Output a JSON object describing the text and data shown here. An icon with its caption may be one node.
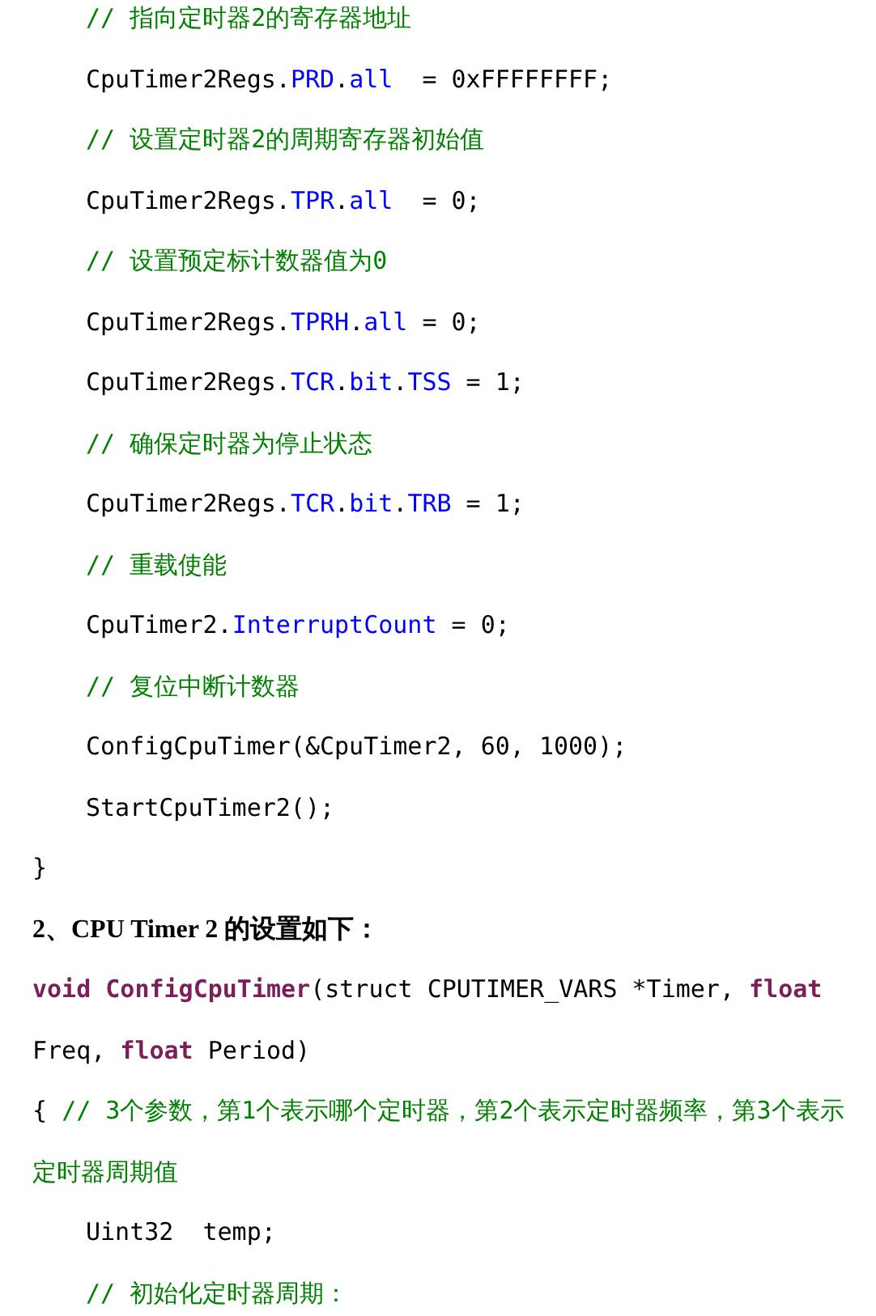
{
  "diagram": {
    "labels": [
      "// 指向定时器2的寄存器地址",
      "CpuTimer2Regs.PRD.all  = 0xFFFFFFFF;",
      "// 设置定时器2的周期寄存器初始值",
      "CpuTimer2Regs.TPR.all  = 0;",
      "// 设置预定标计数器值为0",
      "CpuTimer2Regs.TPRH.all = 0;",
      "CpuTimer2Regs.TCR.bit.TSS = 1;",
      "// 确保定时器为停止状态",
      "CpuTimer2Regs.TCR.bit.TRB = 1;",
      "// 重载使能",
      "CpuTimer2.InterruptCount = 0;",
      "// 复位中断计数器",
      "ConfigCpuTimer(&CpuTimer2, 60, 1000);",
      "StartCpuTimer2();",
      "}",
      "2、CPU Timer 2 的设置如下：",
      "**void** **ConfigCpuTimer**(struct CPUTIMER_VARS *Timer, **float** Freq, **float** Period)",
      "{ // 3个参数，第1个表示哪个定时器，第2个表示定时器频率，第3个表示定时器周期值",
      "Uint32  temp;",
      "// 初始化定时器周期："
    ]
  }
}
